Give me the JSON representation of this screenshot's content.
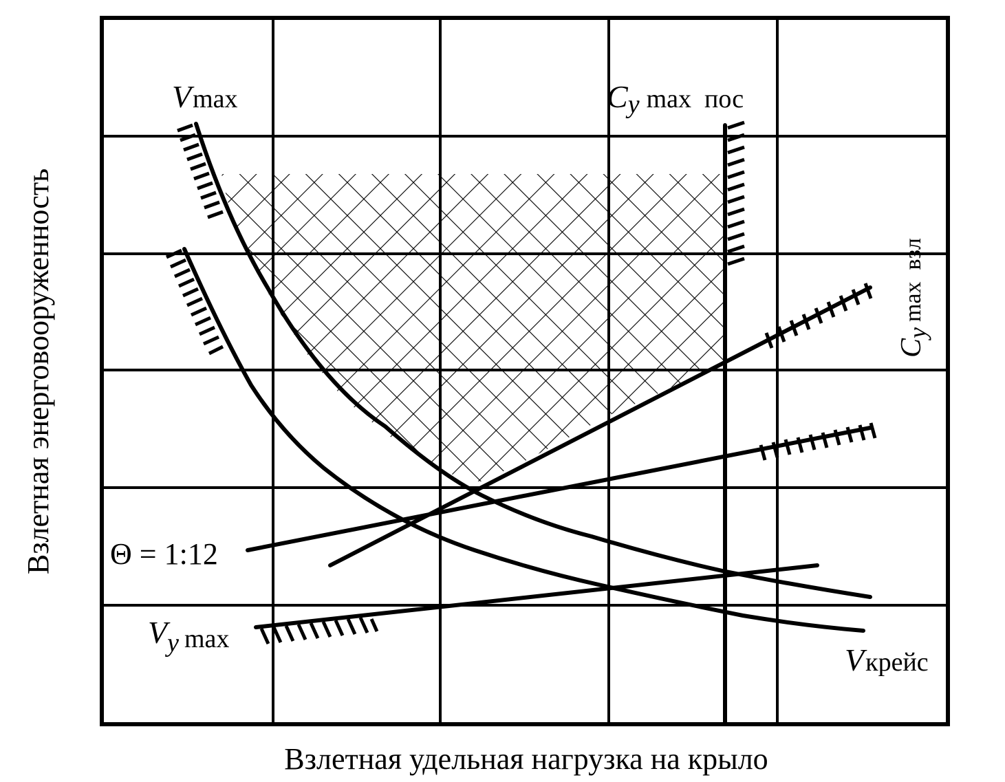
{
  "diagram": {
    "x_axis_label": "Взлетная удельная нагрузка на крыло",
    "y_axis_label": "Взлетная энерговооруженность",
    "curves": {
      "vmax": {
        "symbol": "V",
        "sub": "max"
      },
      "cy_pos": {
        "symbol": "C",
        "sub1": "y",
        "sub2": "max  пос"
      },
      "cy_vzl": {
        "symbol": "C",
        "sub1": "y",
        "sub2": "max  взл"
      },
      "theta": {
        "text": "Θ = 1:12"
      },
      "vy_max": {
        "symbol": "V",
        "sub1": "y",
        "sub2": "max"
      },
      "v_kreis": {
        "symbol": "V",
        "sub": "крейс"
      }
    }
  },
  "colors": {
    "ink": "#000000",
    "paper": "#ffffff"
  }
}
